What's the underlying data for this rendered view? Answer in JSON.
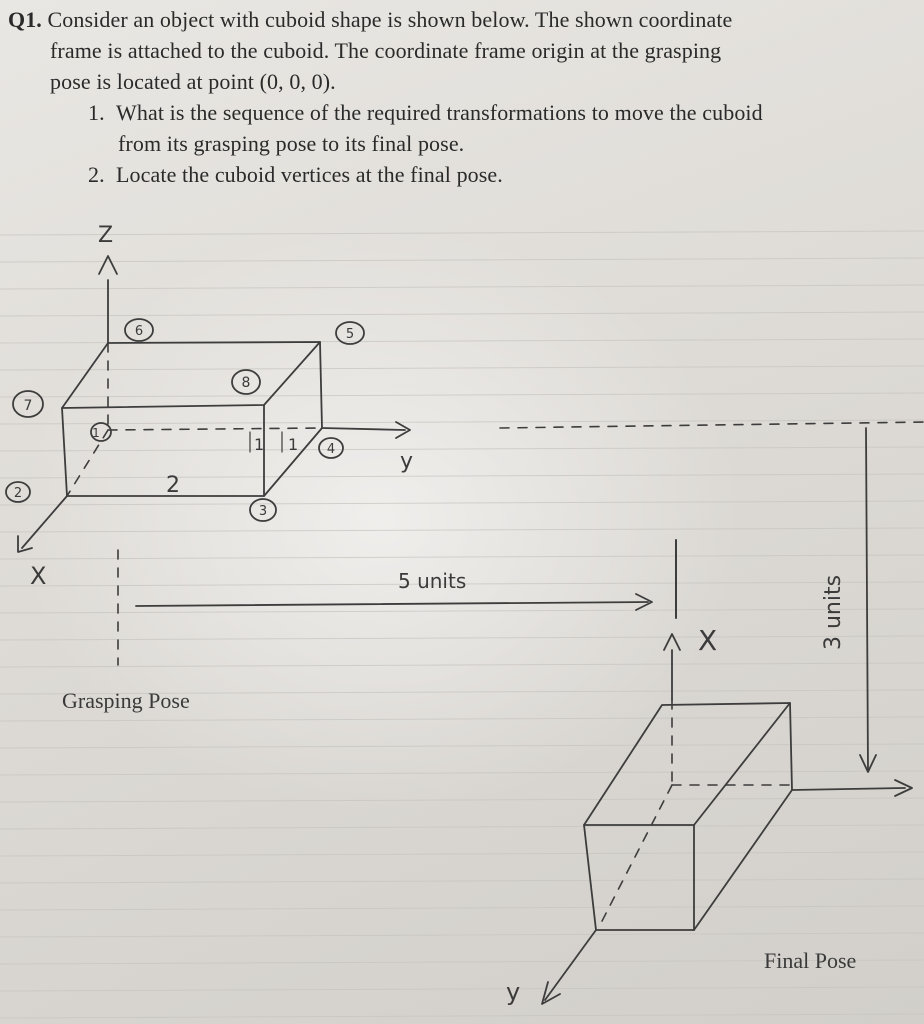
{
  "question": {
    "label": "Q1.",
    "intro_line1": "Consider an object with cuboid shape is shown below. The shown coordinate",
    "intro_line2": "frame is attached to the cuboid. The coordinate frame origin at the grasping",
    "intro_line3": "pose is located at point (0, 0, 0).",
    "items": [
      {
        "num": "1.",
        "line1": "What is the sequence of the required transformations to move the cuboid",
        "line2": "from its grasping pose to its final pose."
      },
      {
        "num": "2.",
        "line1": "Locate the cuboid vertices at the final pose."
      }
    ]
  },
  "figure": {
    "grasping_caption": "Grasping Pose",
    "final_caption": "Final Pose",
    "axis_z": "Z",
    "axis_y": "y",
    "axis_x": "X",
    "final_axis_x": "X",
    "final_axis_y": "y",
    "dim_2": "2",
    "dim_1a": "1",
    "dim_1b": "1",
    "translate_y": "5 units",
    "translate_z": "3 units",
    "vertices": [
      "1",
      "2",
      "3",
      "4",
      "5",
      "6",
      "7",
      "8"
    ]
  }
}
